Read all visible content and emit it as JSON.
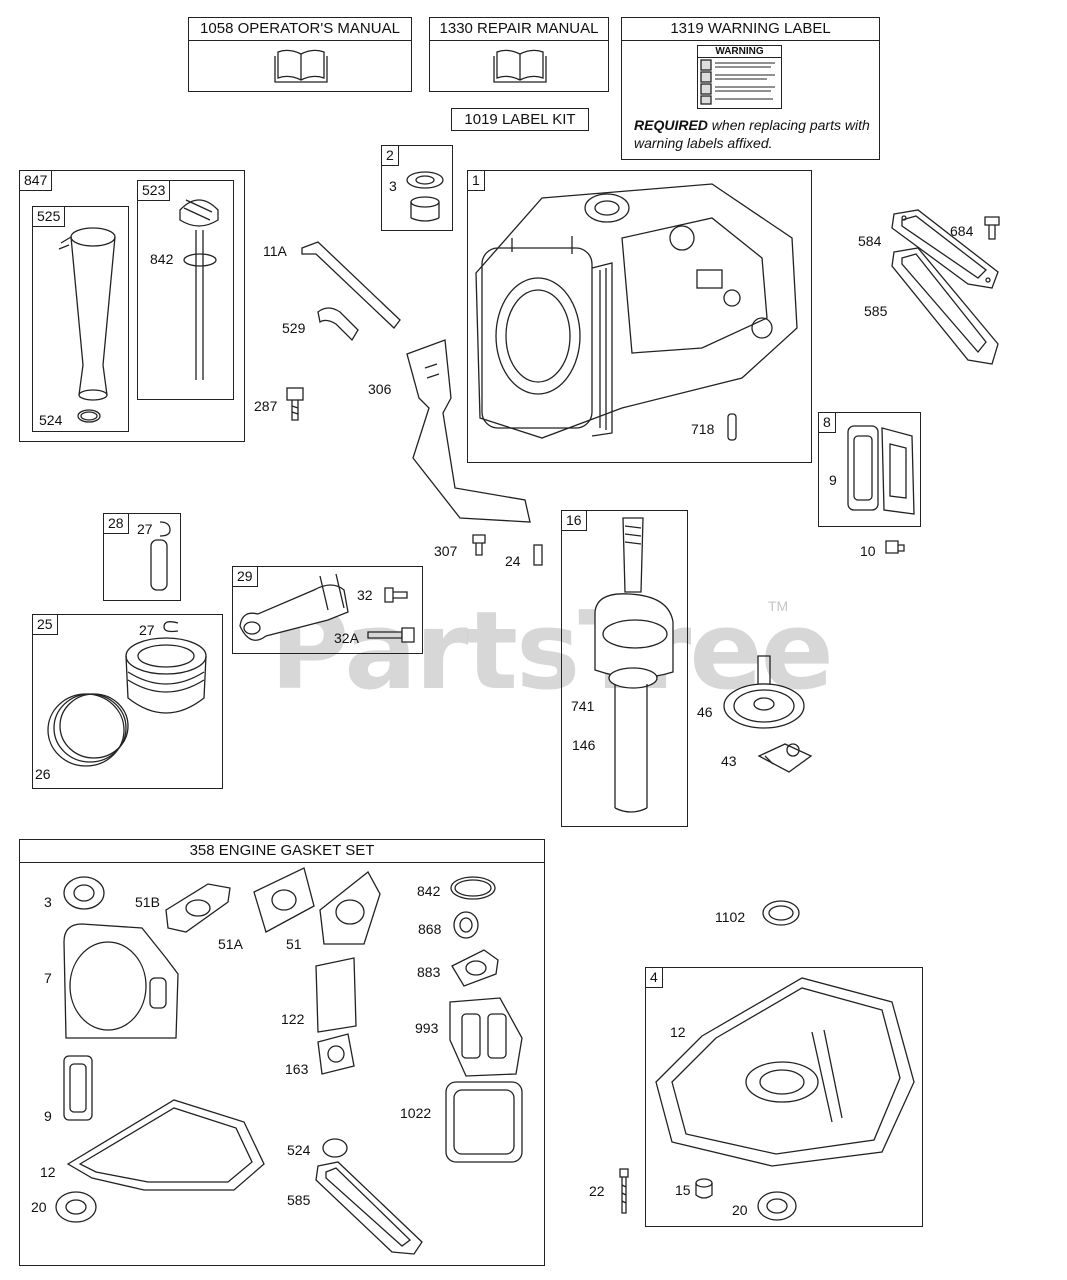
{
  "header_boxes": {
    "operators_manual": "1058 OPERATOR'S MANUAL",
    "repair_manual": "1330 REPAIR MANUAL",
    "warning_label": "1319 WARNING LABEL",
    "warning_sticker_title": "WARNING",
    "warning_note_bold": "REQUIRED",
    "warning_note_rest": " when replacing parts with warning labels affixed.",
    "label_kit": "1019 LABEL KIT"
  },
  "gasket_set_title": "358 ENGINE GASKET SET",
  "watermark": {
    "text": "PartsTree",
    "tm": "TM"
  },
  "group_tags": {
    "g847": "847",
    "g525": "525",
    "g523": "523",
    "g2": "2",
    "g1": "1",
    "g8": "8",
    "g28": "28",
    "g29": "29",
    "g25": "25",
    "g16": "16",
    "g4": "4"
  },
  "callouts": {
    "c524a": "524",
    "c842a": "842",
    "c3a": "3",
    "c11A": "11A",
    "c529": "529",
    "c287": "287",
    "c306": "306",
    "c307": "307",
    "c24": "24",
    "c718": "718",
    "c584": "584",
    "c684": "684",
    "c585a": "585",
    "c9a": "9",
    "c10": "10",
    "c27a": "27",
    "c32": "32",
    "c32A": "32A",
    "c27b": "27",
    "c26": "26",
    "c741": "741",
    "c146": "146",
    "c46": "46",
    "c43": "43",
    "c3b": "3",
    "c51B": "51B",
    "c51A": "51A",
    "c51": "51",
    "c842b": "842",
    "c868": "868",
    "c883": "883",
    "c7": "7",
    "c122": "122",
    "c993": "993",
    "c163": "163",
    "c9b": "9",
    "c1022": "1022",
    "c12a": "12",
    "c524b": "524",
    "c20a": "20",
    "c585b": "585",
    "c1102": "1102",
    "c12b": "12",
    "c22": "22",
    "c15": "15",
    "c20b": "20"
  }
}
